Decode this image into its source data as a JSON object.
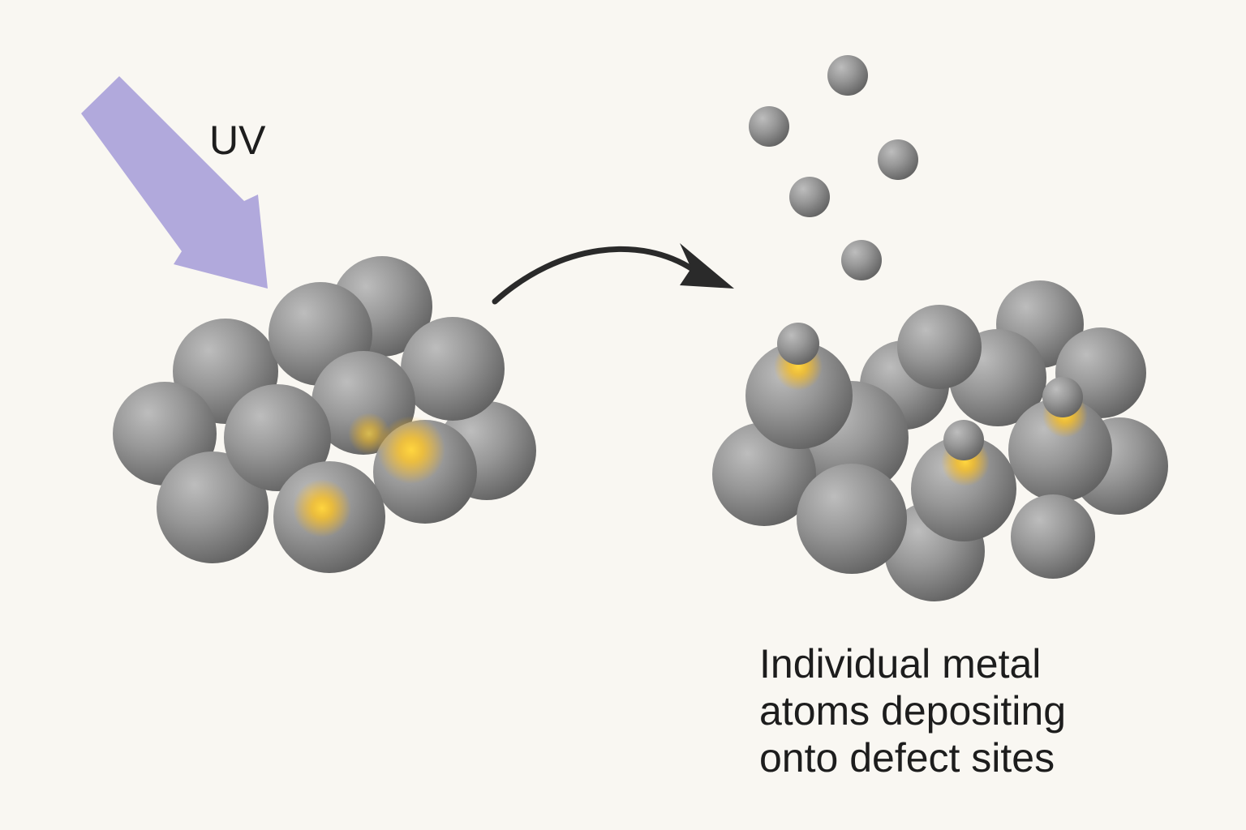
{
  "diagram": {
    "uv_label": "UV",
    "caption_lines": [
      "Individual metal",
      "atoms depositing",
      "onto defect sites"
    ],
    "colors": {
      "background": "#f9f7f2",
      "uv_arrow": "#b1a9dc",
      "process_arrow": "#2a2a2a",
      "atom": "#8f8f8f",
      "defect_glow": "#ffc21a"
    },
    "icons": {
      "uv": "uv-light-arrow",
      "process": "curved-process-arrow",
      "atom": "metal-atom-sphere"
    }
  }
}
